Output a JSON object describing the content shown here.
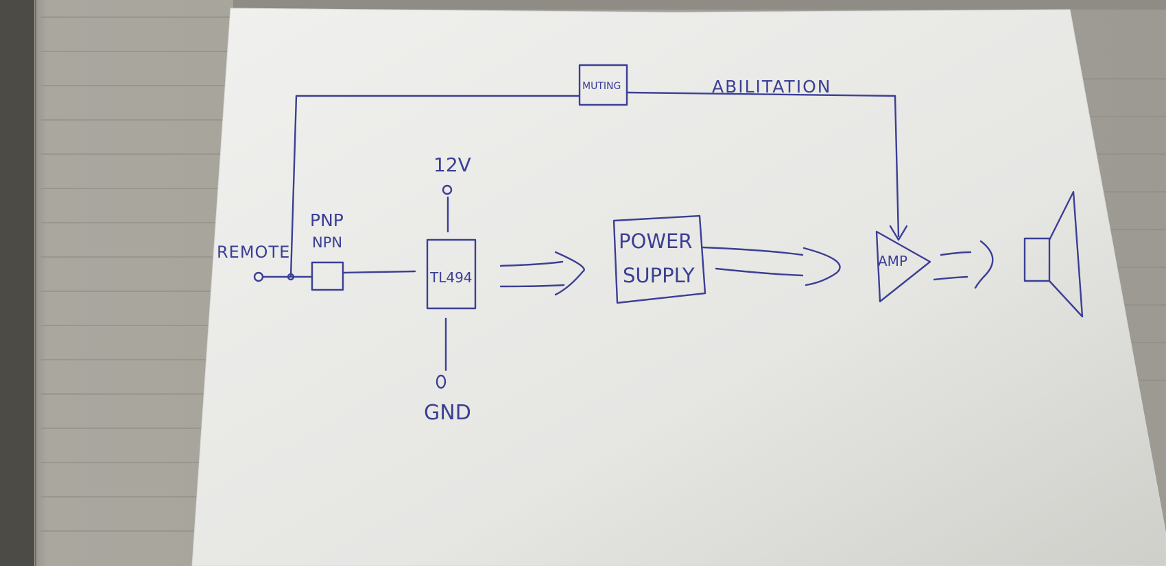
{
  "diagram": {
    "labels": {
      "remote": "REMOTE",
      "transistor_pnp": "PNP",
      "transistor_npn": "NPN",
      "supply_12v": "12V",
      "ground": "GND",
      "ic": "TL494",
      "power_supply_line1": "POWER",
      "power_supply_line2": "SUPPLY",
      "amp": "AMP",
      "muting": "MUTING",
      "abilitation": "ABILITATION"
    },
    "colors": {
      "ink": "#3b3f95",
      "paper": "#ebebea",
      "background_notebook": "#a9a79e",
      "notebook_lines": "#8d8b83"
    }
  }
}
